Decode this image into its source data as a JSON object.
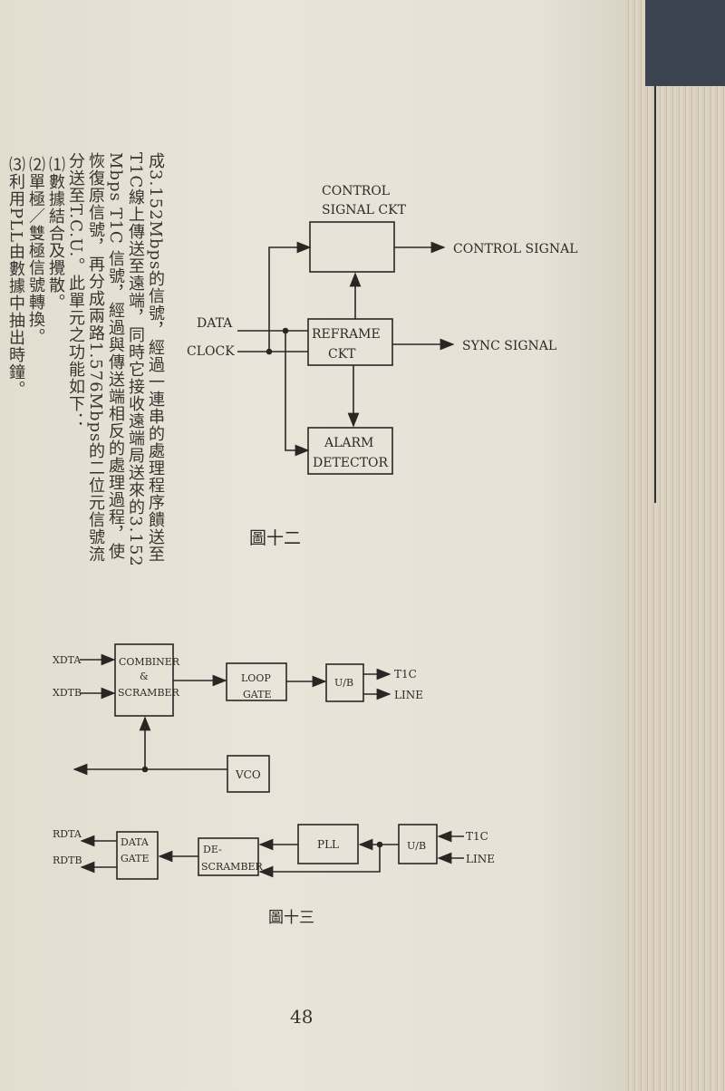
{
  "body_text": [
    "成3.152Mbps的信號，經過一連串的處理程序饋送至",
    "T1C線上傳送至遠端，同時它接收遠端局送來的3.152",
    "Mbps T1C 信號，經過與傳送端相反的處理過程，使",
    "恢復原信號，再分成兩路1.576Mbps的二位元信號流",
    "分送至T.C.U.。此單元之功能如下："
  ],
  "functions": [
    "⑴數據結合及攪散。",
    "⑵單極／雙極信號轉換。",
    "⑶利用PLL由數據中抽出時鐘。"
  ],
  "figure12": {
    "caption": "圖十二",
    "inputs": {
      "data": "DATA",
      "clock": "CLOCK"
    },
    "control_box": [
      "CONTROL",
      "SIGNAL CKT"
    ],
    "reframe_box": [
      "REFRAME",
      "CKT"
    ],
    "alarm_box": [
      "ALARM",
      "DETECTOR"
    ],
    "outputs": {
      "control": "CONTROL SIGNAL",
      "sync": "SYNC SIGNAL"
    }
  },
  "figure13": {
    "caption": "圖十三",
    "tx_inputs": [
      "XDTA",
      "XDTB"
    ],
    "combiner_box": [
      "COMBINER",
      "&",
      "SCRAMBER"
    ],
    "loop_gate_box": [
      "LOOP",
      "GATE"
    ],
    "ub_tx_box": "U/B",
    "tx_outputs": [
      "T1C",
      "LINE"
    ],
    "vco_box": "VCO",
    "rx_outputs": [
      "RDTA",
      "RDTB"
    ],
    "data_gate_box": [
      "DATA",
      "GATE"
    ],
    "descramber_box": [
      "DE-",
      "SCRAMBER"
    ],
    "pll_box": "PLL",
    "ub_rx_box": "U/B",
    "rx_inputs": [
      "T1C",
      "LINE"
    ]
  },
  "page_number": "48"
}
